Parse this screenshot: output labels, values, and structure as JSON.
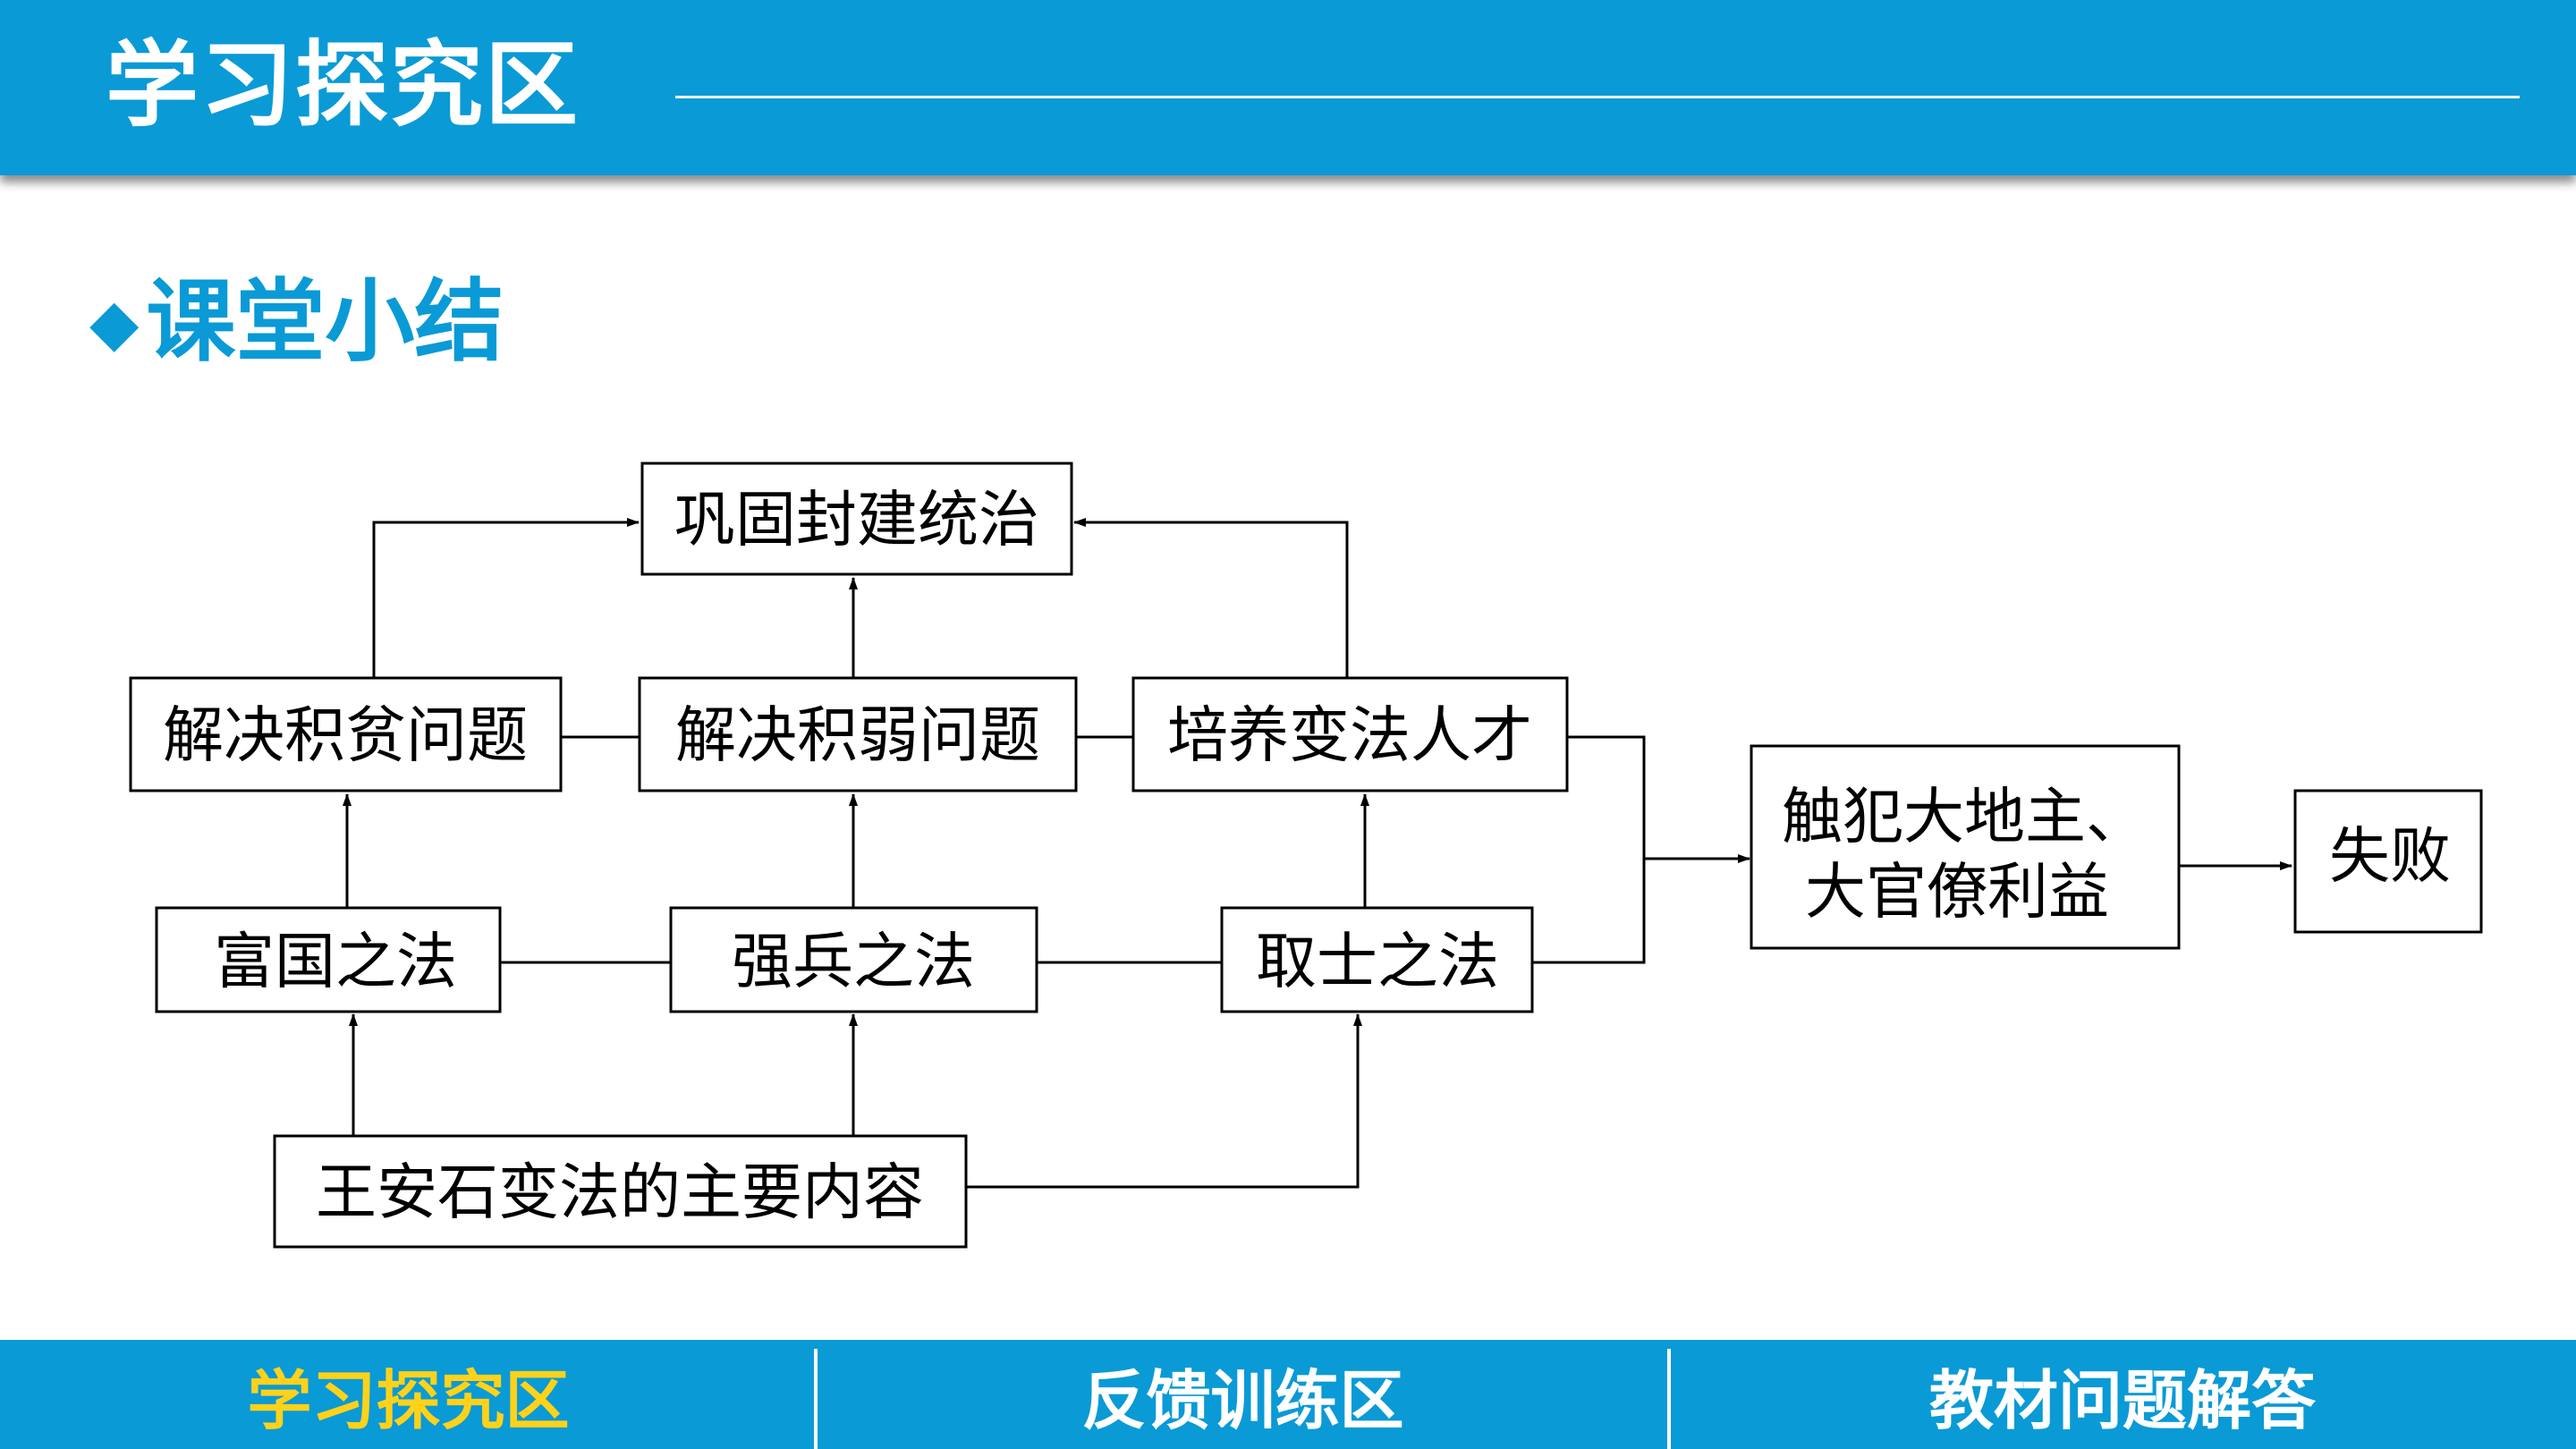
{
  "header": {
    "title": "学习探究区"
  },
  "section": {
    "title": "课堂小结"
  },
  "diagram": {
    "nodes": {
      "consolidate": "巩固封建统治",
      "poverty": "解决积贫问题",
      "weakness": "解决积弱问题",
      "talent": "培养变法人才",
      "enrich": "富国之法",
      "army": "强兵之法",
      "scholar": "取士之法",
      "content": "王安石变法的主要内容",
      "offend_line1": "触犯大地主、",
      "offend_line2": "大官僚利益",
      "fail": "失败"
    }
  },
  "nav": {
    "tabs": [
      {
        "label": "学习探究区",
        "active": true
      },
      {
        "label": "反馈训练区",
        "active": false
      },
      {
        "label": "教材问题解答",
        "active": false
      }
    ]
  },
  "colors": {
    "brand": "#0a9ad6",
    "active_tab": "#ffd21a"
  }
}
